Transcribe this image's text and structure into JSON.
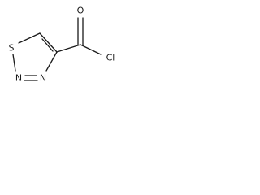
{
  "molecule": {
    "atoms": {
      "sulfur": "S",
      "nitrogen_1": "N",
      "nitrogen_2": "N",
      "oxygen": "O",
      "chlorine": "Cl"
    },
    "colors": {
      "bond": "#1a1a1a",
      "label": "#1a1a1a",
      "background": "#ffffff"
    }
  }
}
